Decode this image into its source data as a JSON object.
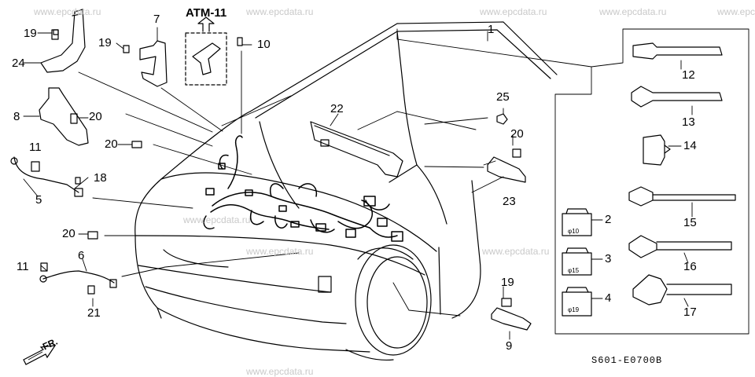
{
  "watermarks": [
    "www.epcdata.ru",
    "www.epcdata.ru",
    "www.epcdata.ru",
    "www.epcdata.ru",
    "www.epc",
    "www.epcdata.ru",
    "www.epcdata.ru",
    "www.epcdata.ru",
    "www.epcdata.ru"
  ],
  "atm_reference": "ATM-11",
  "front_indicator": "FR.",
  "diagram_code": "S601-E0700B",
  "callouts": [
    "1",
    "2",
    "3",
    "4",
    "5",
    "6",
    "7",
    "8",
    "9",
    "10",
    "11",
    "11",
    "12",
    "13",
    "14",
    "15",
    "16",
    "17",
    "18",
    "19",
    "19",
    "19",
    "20",
    "20",
    "20",
    "20",
    "21",
    "22",
    "23",
    "24",
    "25"
  ],
  "clip_marks": [
    "φ10",
    "φ15",
    "φ19"
  ]
}
